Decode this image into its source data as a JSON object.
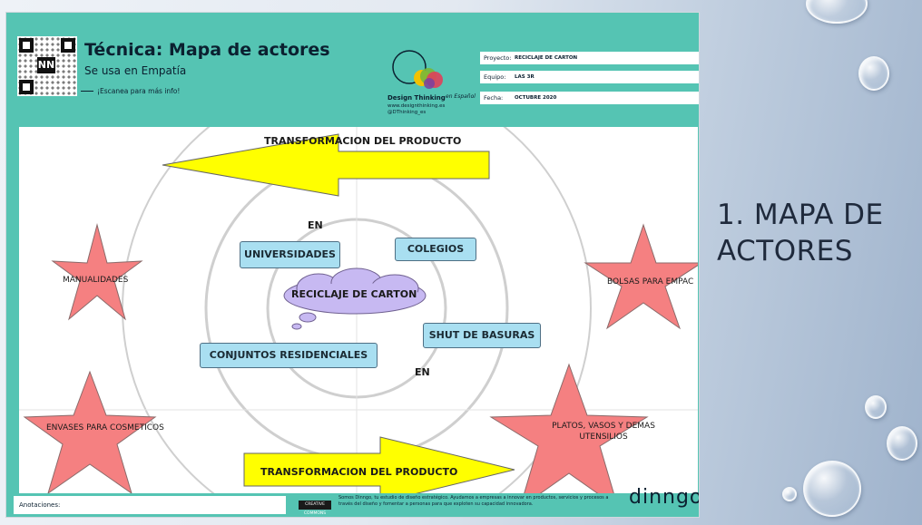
{
  "header": {
    "title": "Técnica: Mapa de actores",
    "subtitle": "Se usa en Empatía",
    "scan_note": "¡Escanea para más info!",
    "qr_badge": "NN"
  },
  "logo": {
    "name": "Design Thinking",
    "tagline": "en Español",
    "url": "www.designthinking.es",
    "handle": "@DThinking_es",
    "colors": [
      "#f2c200",
      "#78b83a",
      "#e0405a",
      "#7a3fa0"
    ]
  },
  "project_fields": [
    {
      "label": "Proyecto:",
      "value": "RECICLAJE DE CARTON"
    },
    {
      "label": "Equipo:",
      "value": "LAS 3R"
    },
    {
      "label": "Fecha:",
      "value": "OCTUBRE 2020"
    }
  ],
  "board": {
    "top_arrow": "TRANSFORMACION DEL PRODUCTO",
    "bottom_arrow": "TRANSFORMACION DEL PRODUCTO",
    "center_cloud": "RECICLAJE DE CARTON",
    "en_top": "EN",
    "en_bottom": "EN",
    "boxes": {
      "universidades": "UNIVERSIDADES",
      "colegios": "COLEGIOS",
      "shut": "SHUT DE BASURAS",
      "conjuntos": "CONJUNTOS RESIDENCIALES"
    },
    "stars": {
      "manualidades": "MANUALIDADES",
      "bolsas": "BOLSAS PARA EMPAC",
      "envases": "ENVASES PARA COSMETICOS",
      "platos": "PLATOS, VASOS Y DEMAS UTENSILIOS"
    },
    "colors": {
      "star": "#f58081",
      "arrow": "#ffff00",
      "box": "#a9dff1",
      "cloud": "#c7b9f2"
    }
  },
  "footer": {
    "annotations_label": "Anotaciones:",
    "cc_badge": "CREATIVE COMMONS",
    "text": "Somos Dinngo, tu estudio de diseño estratégico. Ayudamos a empresas a innovar en productos, servicios y procesos a través del diseño y fomentar a personas para que exploten su capacidad innovadora.",
    "brand": "dinngo"
  },
  "side_title": {
    "line1": "1. MAPA DE",
    "line2": "ACTORES"
  }
}
